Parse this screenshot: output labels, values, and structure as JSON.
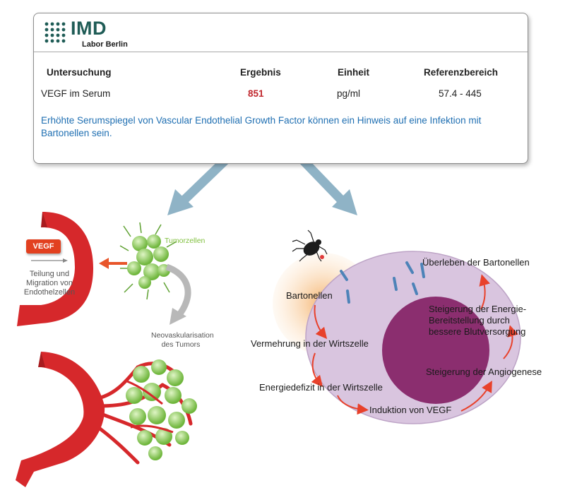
{
  "logo": {
    "name": "IMD",
    "subtitle": "Labor Berlin"
  },
  "table": {
    "headers": [
      "Untersuchung",
      "Ergebnis",
      "Einheit",
      "Referenzbereich"
    ],
    "row": {
      "test": "VEGF im Serum",
      "result": "851",
      "unit": "pg/ml",
      "reference": "57.4 - 445"
    }
  },
  "note": "Erhöhte Serumspiegel von Vascular Endothelial Growth Factor können ein Hinweis auf eine Infektion mit Bartonellen sein.",
  "left_panel": {
    "vegf_badge": "VEGF",
    "division_label": "Teilung und Migration von Endothelzellen",
    "tumor_label": "Tumorzellen",
    "neovascular_label": "Neovaskularisation des Tumors"
  },
  "right_panel": {
    "bartonellen": "Bartonellen",
    "survival": "Überleben der Bartonellen",
    "energy_increase": "Steigerung der Energie-Bereitstellung durch bessere Blutversorgung",
    "replication": "Vermehrung in der Wirtszelle",
    "angiogenesis": "Steigerung der Angiogenese",
    "energy_deficit": "Energiedefizit in der Wirtszelle",
    "vegf_induction": "Induktion von VEGF"
  },
  "colors": {
    "brand": "#1f5c56",
    "result_high": "#c0272d",
    "note_text": "#1f6fb2",
    "vessel": "#d6282b",
    "cell": "#d9c5df",
    "nucleus": "#8b2e6f",
    "arrow": "#8fb3c6",
    "tumor": "#7fc44a"
  }
}
